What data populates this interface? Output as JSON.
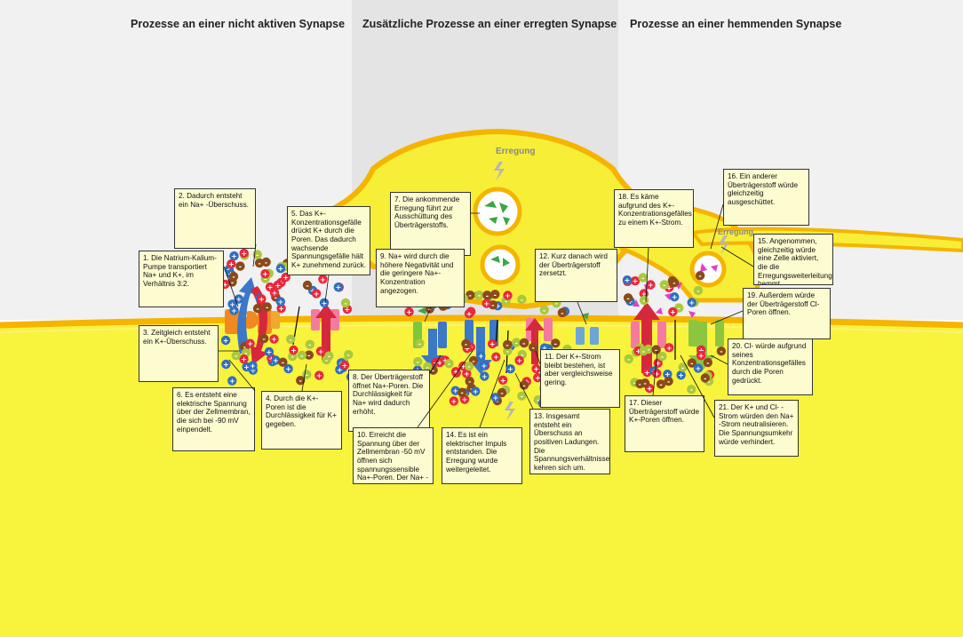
{
  "headers": {
    "left": "Prozesse an einer nicht aktiven Synapse",
    "middle": "Zusätzliche Prozesse an einer erregten Synapse",
    "right": "Prozesse an einer hemmenden Synapse"
  },
  "erregung_labels": [
    "Erregung",
    "Erregung"
  ],
  "notes": {
    "n1": "1. Die Natrium-Kalium-Pumpe transportiert Na+ und K+, im Verhältnis 3:2.",
    "n2": "2. Dadurch entsteht ein Na+ -Überschuss.",
    "n3": "3. Zeitgleich entsteht ein K+-Überschuss.",
    "n4": "4. Durch die K+-Poren ist die Durchlässigkeit für K+ gegeben.",
    "n5": "5. Das K+-Konzentrationsgefälle drückt K+ durch die Poren. Das dadurch wachsende Spannungsgefälle hält K+ zunehmend zurück.",
    "n6": "6. Es entsteht eine elektrische Spannung über der Zellmembran, die sich bei -90 mV einpendelt.",
    "n7": "7. Die ankommende Erregung führt zur Ausschüttung des Überträgerstoffs.",
    "n8": "8. Der Überträgerstoff öffnet Na+-Poren. Die Durchlässigkeit für Na+ wird dadurch erhöht.",
    "n9": "9. Na+ wird durch die höhere Negativität und die geringere Na+-Konzentration angezogen.",
    "n10": "10. Erreicht die Spannung über der Zellmembran -50 mV öffnen sich spannungssensible Na+-Poren. Der Na+ -Strom verstärkt sich.",
    "n11": "11. Der K+-Strom bleibt bestehen, ist aber vergleichsweise gering.",
    "n12": "12. Kurz danach wird der Überträgerstoff zersetzt.",
    "n13": "13. Insgesamt entsteht ein Überschuss an positiven Ladungen. Die Spannungsverhältnisse kehren sich um.",
    "n14": "14. Es ist ein elektrischer Impuls entstanden. Die Erregung wurde weitergeleitet.",
    "n15": "15. Angenommen, gleichzeitig würde eine Zelle aktiviert, die die Erregungsweiterleitung hemmt.",
    "n16": "16. Ein anderer Überträgerstoff würde gleichzeitig ausgeschüttet.",
    "n17": "17. Dieser Überträgerstoff würde K+-Poren öffnen.",
    "n18": "18. Es käme aufgrund des K+-Konzentrationsgefälles zu einem K+-Strom.",
    "n19": "19. Außerdem würde der Überträgerstoff Cl- Poren öffnen.",
    "n20": "20. Cl- würde aufgrund seines Konzentrationsgefälles durch die Poren gedrückt.",
    "n21": "21. Der K+ und Cl- -Strom würden den Na+ -Strom neutralisieren. Die Spannungsumkehr würde verhindert."
  },
  "colors": {
    "membrane": "#f5b400",
    "synapse_fill": "#f7ef3a",
    "cell_fill": "#f9f53a",
    "middle_panel": "#e4e4e4",
    "side_panel": "#f2f2f2",
    "na_ion": "#e8283c",
    "k_ion": "#2f6fc0",
    "neg_ion": "#8a4a1a",
    "pos_small": "#aac83c",
    "k_arrow": "#d6283c",
    "na_arrow": "#3b78c8",
    "cl_arrow": "#8cc63e",
    "transmitter": "#3aa845",
    "inhibitor": "#e040c8"
  },
  "symbols": {
    "plus": "+",
    "minus": "-"
  }
}
